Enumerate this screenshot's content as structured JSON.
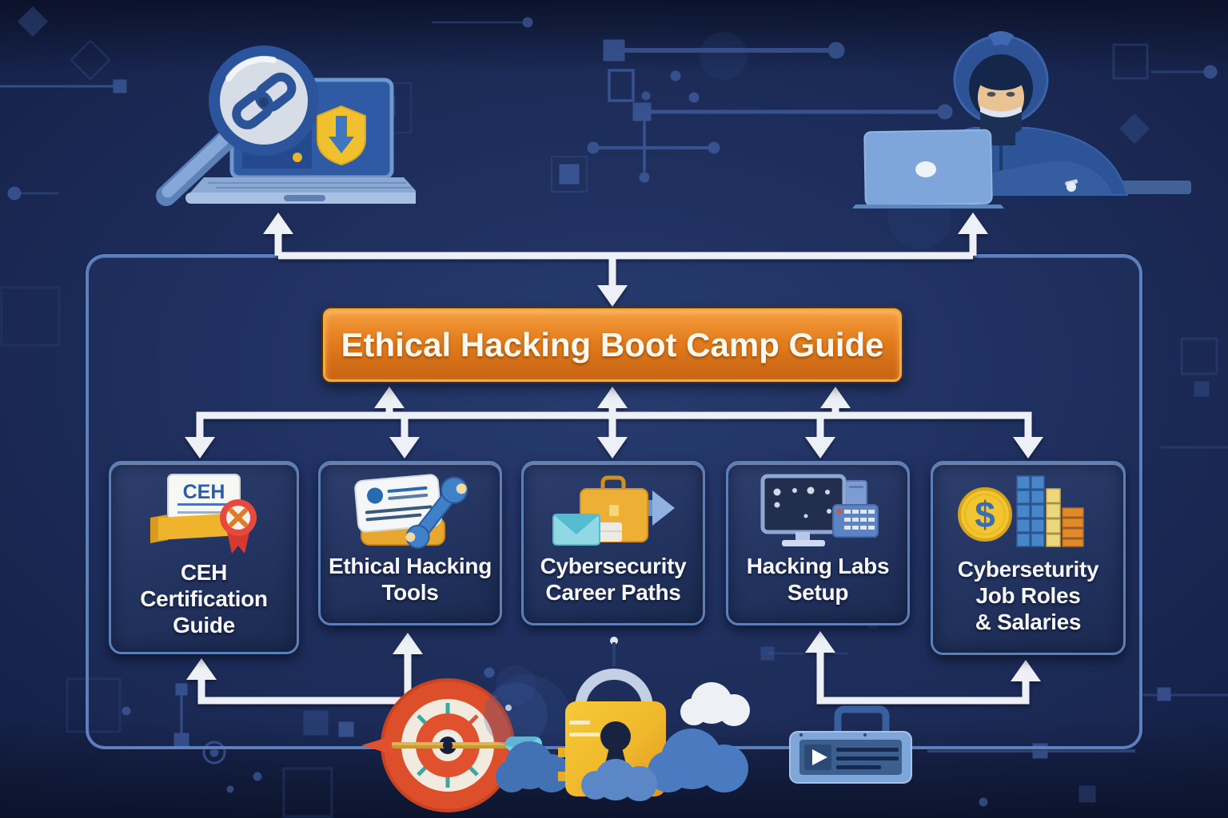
{
  "title": "Ethical Hacking Boot Camp Guide",
  "colors": {
    "background": "#1c2b58",
    "circuit": "#4d72ba",
    "frame_border": "#5f85c6",
    "arrow": "#eef1f7",
    "banner_bg": "#e27c1d",
    "banner_border": "#f2ab3c",
    "banner_text": "#fdf8ee",
    "node_bg": "#233360",
    "node_border": "#5d7fb8",
    "node_text": "#f5f7fb"
  },
  "banner": {
    "label": "Ethical Hacking Boot Camp Guide"
  },
  "boxes": [
    {
      "label": "CEH\nCertification\nGuide",
      "icon": "certificate-ribbon-icon",
      "icon_text": "CEH"
    },
    {
      "label": "Ethical Hacking\nTools",
      "icon": "notes-wrench-icon"
    },
    {
      "label": "Cybersecurity\nCareer Paths",
      "icon": "briefcase-mail-arrow-icon"
    },
    {
      "label": "Hacking Labs\nSetup",
      "icon": "monitor-keypad-icon"
    },
    {
      "label": "Cyberseturity\nJob Roles\n& Salaries",
      "icon": "dollar-bar-chart-icon"
    }
  ],
  "illustrations": {
    "top_left": "magnifier-link-laptop-shield-icon",
    "top_right": "hooded-hacker-laptop-icon",
    "bottom_left": "target-dart-icon",
    "bottom_center": "padlock-clouds-icon",
    "bottom_right": "video-player-card-icon"
  }
}
